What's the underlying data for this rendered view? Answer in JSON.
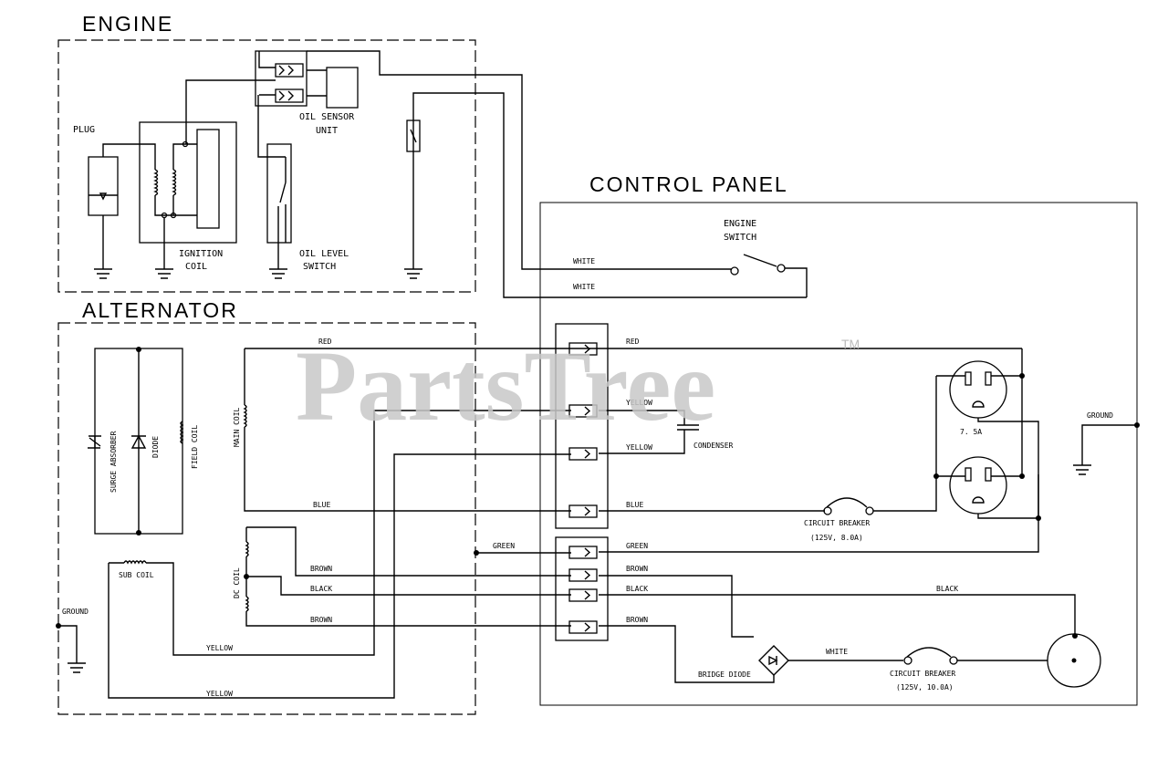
{
  "sections": {
    "engine": "ENGINE",
    "alternator": "ALTERNATOR",
    "control_panel": "CONTROL PANEL"
  },
  "engine": {
    "plug": "PLUG",
    "ignition_coil": [
      "IGNITION",
      "COIL"
    ],
    "oil_sensor_unit": [
      "OIL SENSOR",
      "UNIT"
    ],
    "oil_level_switch": [
      "OIL LEVEL",
      "SWITCH"
    ]
  },
  "alternator": {
    "surge_absorber": "SURGE ABSORBER",
    "diode": "DIODE",
    "field_coil": "FIELD COIL",
    "main_coil": "MAIN COIL",
    "dc_coil": "DC COIL",
    "sub_coil": "SUB COIL",
    "ground": "GROUND"
  },
  "control_panel": {
    "engine_switch": [
      "ENGINE",
      "SWITCH"
    ],
    "condenser": "CONDENSER",
    "ground": "GROUND",
    "receptacle_rating": "7.  5A",
    "circuit_breaker_1": [
      "CIRCUIT BREAKER",
      "(125V,  8.0A)"
    ],
    "circuit_breaker_2": [
      "CIRCUIT BREAKER",
      "(125V,  10.0A)"
    ],
    "bridge_diode": "BRIDGE DIODE"
  },
  "wires": {
    "white": "WHITE",
    "red": "RED",
    "yellow": "YELLOW",
    "blue": "BLUE",
    "green": "GREEN",
    "brown": "BROWN",
    "black": "BLACK"
  },
  "watermark": {
    "text": "PartsTree",
    "tm": "TM"
  }
}
